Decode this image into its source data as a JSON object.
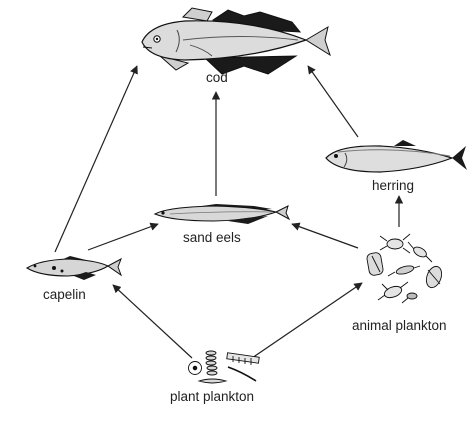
{
  "nodes": {
    "cod": "cod",
    "herring": "herring",
    "sand_eels": "sand eels",
    "capelin": "capelin",
    "animal_plankton": "animal plankton",
    "plant_plankton": "plant plankton"
  },
  "edges": [
    {
      "from": "capelin",
      "to": "cod"
    },
    {
      "from": "sand_eels",
      "to": "cod"
    },
    {
      "from": "herring",
      "to": "cod"
    },
    {
      "from": "capelin",
      "to": "sand_eels"
    },
    {
      "from": "animal_plankton",
      "to": "sand_eels"
    },
    {
      "from": "animal_plankton",
      "to": "herring"
    },
    {
      "from": "plant_plankton",
      "to": "capelin"
    },
    {
      "from": "plant_plankton",
      "to": "animal_plankton"
    }
  ]
}
